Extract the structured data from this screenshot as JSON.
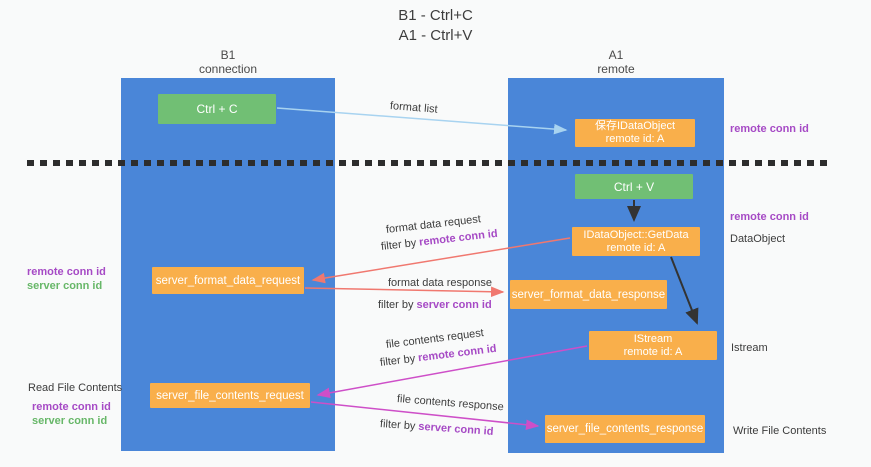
{
  "title": {
    "line1": "B1 - Ctrl+C",
    "line2": "A1 - Ctrl+V"
  },
  "lifelines": {
    "left": {
      "title": "B1",
      "subtitle": "connection"
    },
    "right": {
      "title": "A1",
      "subtitle": "remote"
    }
  },
  "boxes": {
    "ctrl_c": {
      "label": "Ctrl + C"
    },
    "ctrl_v": {
      "label": "Ctrl + V"
    },
    "save_idataobject": {
      "line1": "保存IDataObject",
      "line2": "remote id: A"
    },
    "getdata": {
      "line1": "IDataObject::GetData",
      "line2": "remote id: A"
    },
    "istream": {
      "line1": "IStream",
      "line2": "remote id: A"
    },
    "format_request": {
      "label": "server_format_data_request"
    },
    "format_response": {
      "label": "server_format_data_response"
    },
    "file_request": {
      "label": "server_file_contents_request"
    },
    "file_response": {
      "label": "server_file_contents_response"
    }
  },
  "arrows": {
    "format_list": {
      "label": "format list"
    },
    "format_request": {
      "label": "format data request",
      "filter_prefix": "filter by",
      "filter_key": "remote conn id"
    },
    "format_response": {
      "label": "format data response",
      "filter_prefix": "filter by",
      "filter_key": "server conn id"
    },
    "file_request": {
      "label": "file contents request",
      "filter_prefix": "filter by",
      "filter_key": "remote conn id"
    },
    "file_response": {
      "label": "file contents response",
      "filter_prefix": "filter by",
      "filter_key": "server conn id"
    }
  },
  "annotations": {
    "top_right_conn": "remote conn id",
    "mid_right_conn": "remote conn id",
    "dataobject": "DataObject",
    "istream": "Istream",
    "write_file": "Write File Contents",
    "read_file": "Read File Contents",
    "mid_left_remote": "remote conn id",
    "mid_left_server": "server conn id",
    "bottom_left_remote": "remote conn id",
    "bottom_left_server": "server conn id"
  },
  "colors": {
    "lifeline_blue": "#4A86D8",
    "box_green": "#71BF74",
    "box_orange": "#F9AF4B",
    "arrow_salmon": "#F0786F",
    "arrow_magenta": "#CE4FC8",
    "arrow_lightblue": "#A8D3F0",
    "arrow_black": "#333333",
    "text_purple": "#A64AC5",
    "text_green": "#67B768",
    "background": "#F9FAFA"
  }
}
